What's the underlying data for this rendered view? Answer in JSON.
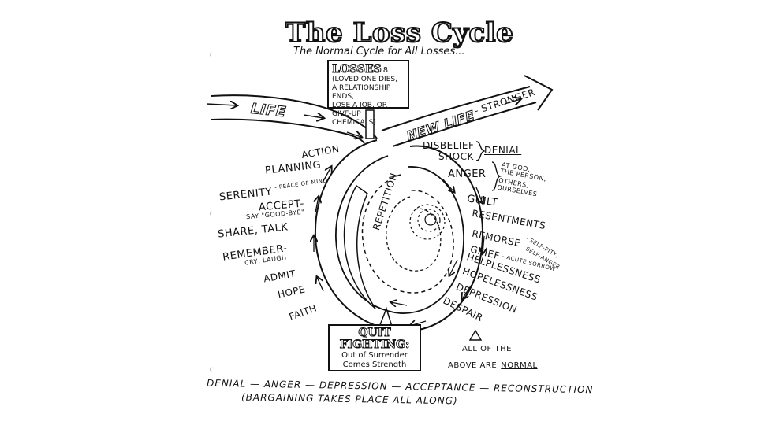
{
  "title": "The Loss Cycle",
  "subtitle": "The Normal Cycle for All Losses...",
  "losses_box": {
    "title": "LOSSES",
    "marker": "8",
    "lines": [
      "(LOVED ONE DIES,",
      "A RELATIONSHIP ENDS,",
      "LOSE A JOB, OR",
      "GIVE-UP CHEMICALS)"
    ]
  },
  "arrows": {
    "life": "LIFE",
    "new_life": "NEW LIFE",
    "stronger": "- STRONGER"
  },
  "left_stages": {
    "action": "ACTION",
    "planning": "PLANNING",
    "serenity": "SERENITY",
    "peace_of_mind": "- PEACE OF MIND",
    "accept": "ACCEPT-",
    "say_goodbye": "SAY \"GOOD-BYE\"",
    "share_talk": "SHARE, TALK",
    "remember": "REMEMBER-",
    "cry_laugh": "CRY, LAUGH",
    "admit": "ADMIT",
    "hope": "HOPE",
    "faith": "FAITH"
  },
  "right_stages": {
    "disbelief": "DISBELIEF",
    "shock": "SHOCK",
    "denial": "DENIAL",
    "anger": "ANGER",
    "anger_targets": [
      "AT GOD,",
      "THE PERSON,",
      "OTHERS,",
      "OURSELVES"
    ],
    "guilt": "GUILT",
    "resentments": "RESENTMENTS",
    "remorse": "REMORSE",
    "remorse_detail": [
      "- SELF-PITY,",
      "SELF-ANGER"
    ],
    "grief": "GRIEF",
    "acute_sorrow": "- ACUTE SORROW",
    "helplessness": "HELPLESSNESS",
    "hopelessness": "HOPELESSNESS",
    "depression": "DEPRESSION",
    "despair": "DESPAIR"
  },
  "repetition": "REPETITION",
  "quit_box": {
    "title_line1": "QUIT",
    "title_line2": "FIGHTING:",
    "line1": "Out of Surrender",
    "line2": "Comes Strength"
  },
  "normal_note": {
    "line1": "ALL OF THE",
    "line2": "ABOVE ARE",
    "emphasis": "NORMAL"
  },
  "bottom_line1": "DENIAL — ANGER — DEPRESSION — ACCEPTANCE — RECONSTRUCTION",
  "bottom_line2": "(BARGAINING TAKES PLACE ALL ALONG)"
}
